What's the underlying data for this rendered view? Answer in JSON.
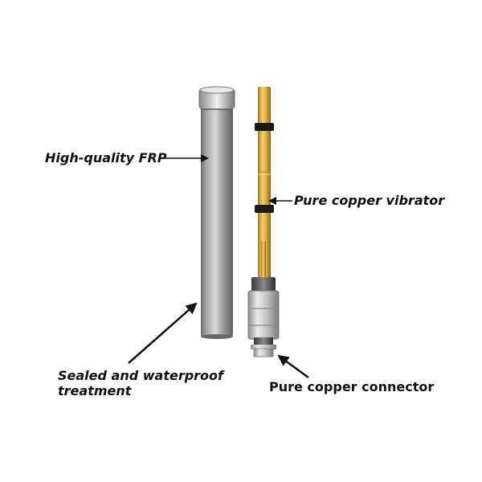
{
  "labels": {
    "frp": "High-quality FRP",
    "vibrator": "Pure copper vibrator",
    "sealed_line1": "Sealed and waterproof",
    "sealed_line2": "treatment",
    "connector": "Pure copper connector"
  },
  "colors": {
    "text": "#111111",
    "arrow": "#111111",
    "frp_tube": "#9a9a9a",
    "copper": "#d8a93a",
    "band": "#1a1a1a",
    "connector_metal": "#c7c7c7"
  }
}
